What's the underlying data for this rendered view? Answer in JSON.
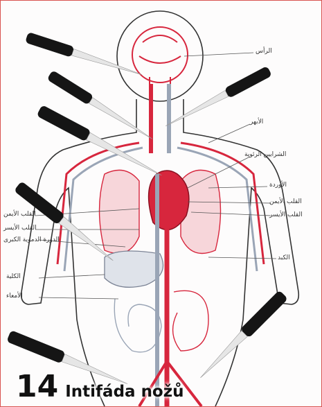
{
  "caption": {
    "number": "14",
    "title": "Intifáda nožů"
  },
  "labels": {
    "right": [
      "الرأس",
      "الأبهر",
      "الشرايين الرئوية",
      "الأوردة",
      "القلب الأيمن",
      "القلب الأيسر",
      "الكبد"
    ],
    "left": [
      "القلب الأيمن",
      "القلب الأيسر",
      "الدورة الدموية الكبرى",
      "الكلية",
      "الأمعاء"
    ]
  },
  "colors": {
    "artery": "#d7263d",
    "vein": "#9aa5b6",
    "outline": "#333333",
    "knife_handle": "#151515",
    "knife_blade": "#e6e6e6",
    "border": "#d9534f"
  },
  "icons": {
    "knife": "knife-icon"
  }
}
